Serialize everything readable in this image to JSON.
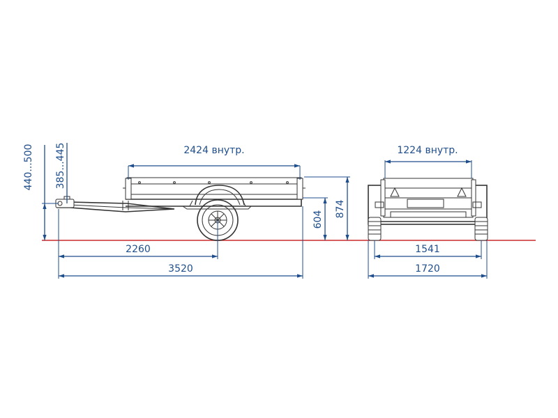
{
  "colors": {
    "dimension": "#1f4e8c",
    "ground_line": "#cc2a2a",
    "outline": "#333333"
  },
  "side_view": {
    "inner_length_label": "2424 внутр.",
    "wheelbase_label": "2260",
    "overall_length_label": "3520",
    "platform_height_label": "604",
    "side_height_label": "874",
    "hitch_height_range_label": "440...500",
    "hitch_height_alt_range_label": "385...445"
  },
  "rear_view": {
    "inner_width_label": "1224 внутр.",
    "track_label": "1541",
    "overall_width_label": "1720"
  }
}
